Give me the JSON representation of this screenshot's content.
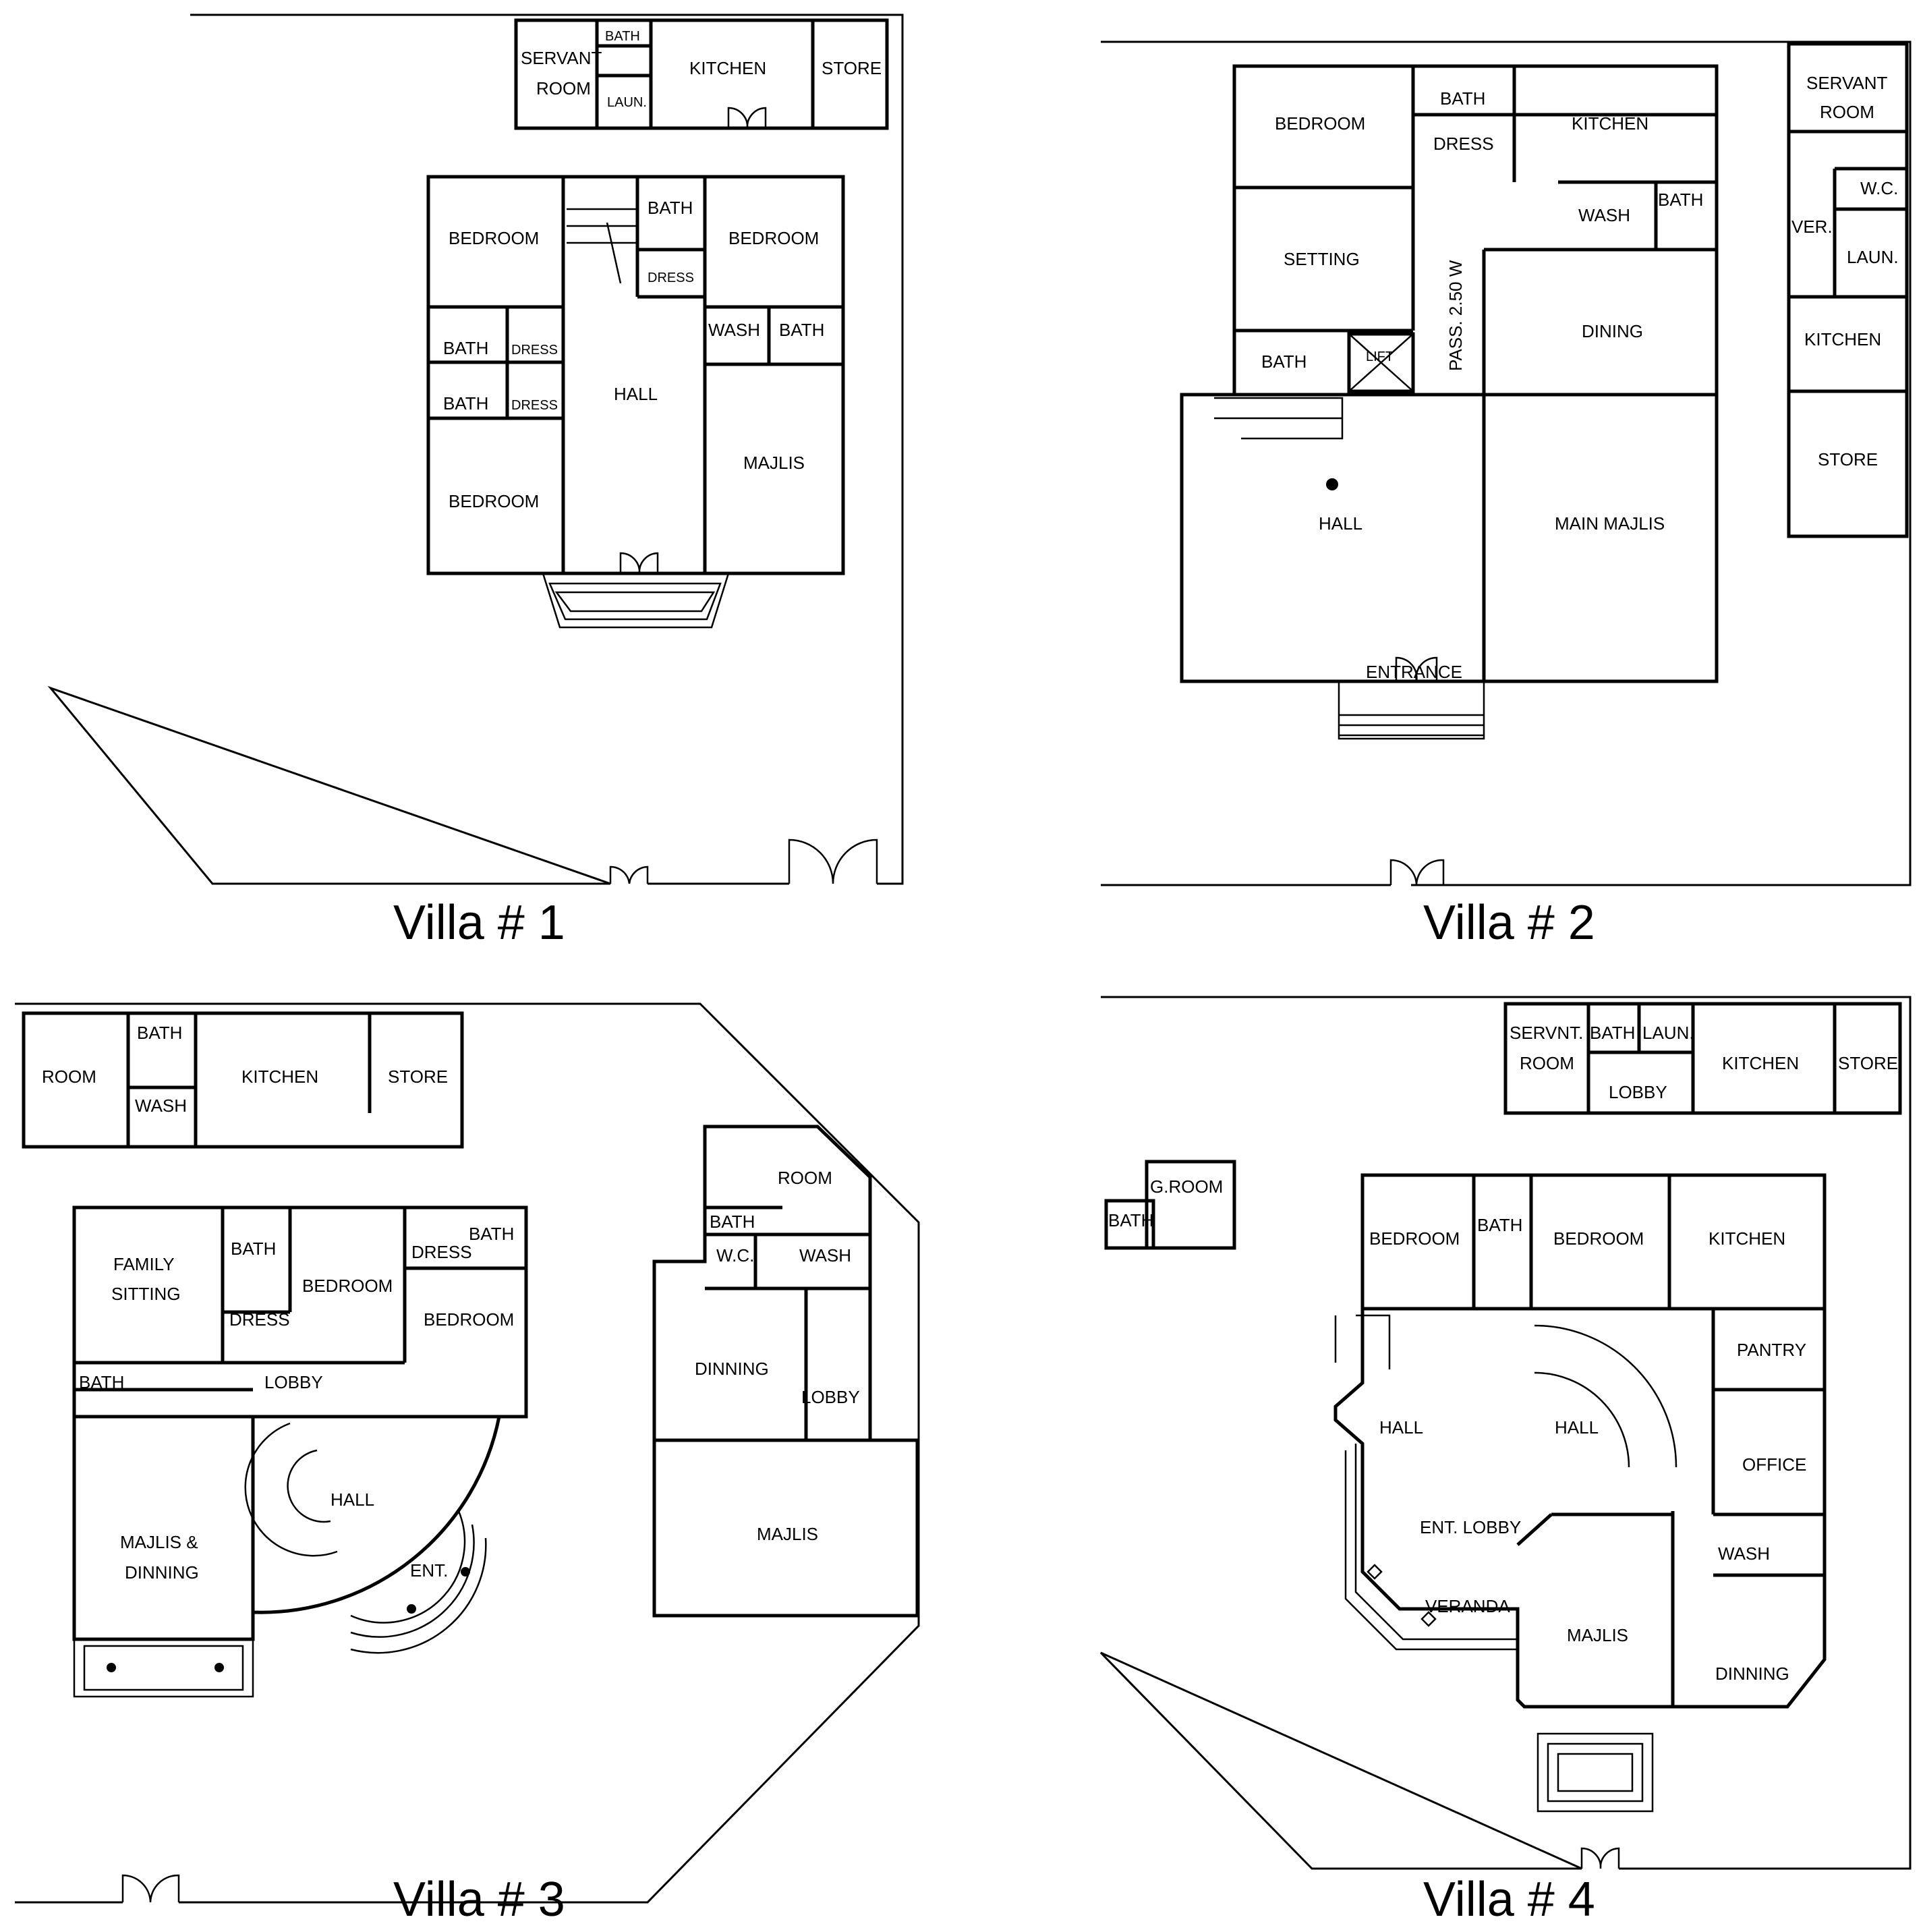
{
  "captions": {
    "v1": "Villa # 1",
    "v2": "Villa # 2",
    "v3": "Villa # 3",
    "v4": "Villa # 4"
  },
  "v1": {
    "servant": "SERVANT",
    "room": "ROOM",
    "bath_s": "BATH",
    "laun": "LAUN.",
    "kitchen": "KITCHEN",
    "store": "STORE",
    "bedroom1": "BEDROOM",
    "bath1": "BATH",
    "bedroom2": "BEDROOM",
    "dress1": "DRESS",
    "wash": "WASH",
    "bath2": "BATH",
    "bath3": "BATH",
    "dress2": "DRESS",
    "bath4": "BATH",
    "dress3": "DRESS",
    "hall": "HALL",
    "majlis": "MAJLIS",
    "bedroom3": "BEDROOM"
  },
  "v2": {
    "bedroom": "BEDROOM",
    "bath1": "BATH",
    "dress": "DRESS",
    "kitchen": "KITCHEN",
    "servant": "SERVANT",
    "room": "ROOM",
    "wc": "W.C.",
    "ver": "VER.",
    "laun": "LAUN.",
    "kitchen2": "KITCHEN",
    "store": "STORE",
    "setting": "SETTING",
    "wash": "WASH",
    "bath2": "BATH",
    "pass": "PASS. 2.50 W",
    "dining": "DINING",
    "bath3": "BATH",
    "lift": "LIFT",
    "hall": "HALL",
    "main_majlis": "MAIN MAJLIS",
    "entrance": "ENTRANCE"
  },
  "v3": {
    "room1": "ROOM",
    "bath1": "BATH",
    "wash1": "WASH",
    "kitchen": "KITCHEN",
    "store": "STORE",
    "family": "FAMILY",
    "sitting": "SITTING",
    "bath2": "BATH",
    "bedroom1": "BEDROOM",
    "dress1": "DRESS",
    "bath3": "BATH",
    "bedroom2": "BEDROOM",
    "dress2": "DRESS",
    "bath4": "BATH",
    "lobby1": "LOBBY",
    "majlis_d1": "MAJLIS &",
    "majlis_d2": "DINNING",
    "hall": "HALL",
    "ent": "ENT.",
    "room2": "ROOM",
    "bath5": "BATH",
    "wc": "W.C.",
    "wash2": "WASH",
    "dinning": "DINNING",
    "lobby2": "LOBBY",
    "majlis": "MAJLIS"
  },
  "v4": {
    "servnt": "SERVNT.",
    "room": "ROOM",
    "bath1": "BATH",
    "laun": "LAUN.",
    "lobby": "LOBBY",
    "kitchen1": "KITCHEN",
    "store": "STORE",
    "groom": "G.ROOM",
    "bath2": "BATH",
    "bedroom1": "BEDROOM",
    "bath3": "BATH",
    "bedroom2": "BEDROOM",
    "kitchen2": "KITCHEN",
    "pantry": "PANTRY",
    "hall1": "HALL",
    "hall2": "HALL",
    "office": "OFFICE",
    "ent_lobby": "ENT. LOBBY",
    "wash": "WASH",
    "veranda": "VERANDA",
    "majlis": "MAJLIS",
    "dinning": "DINNING"
  }
}
